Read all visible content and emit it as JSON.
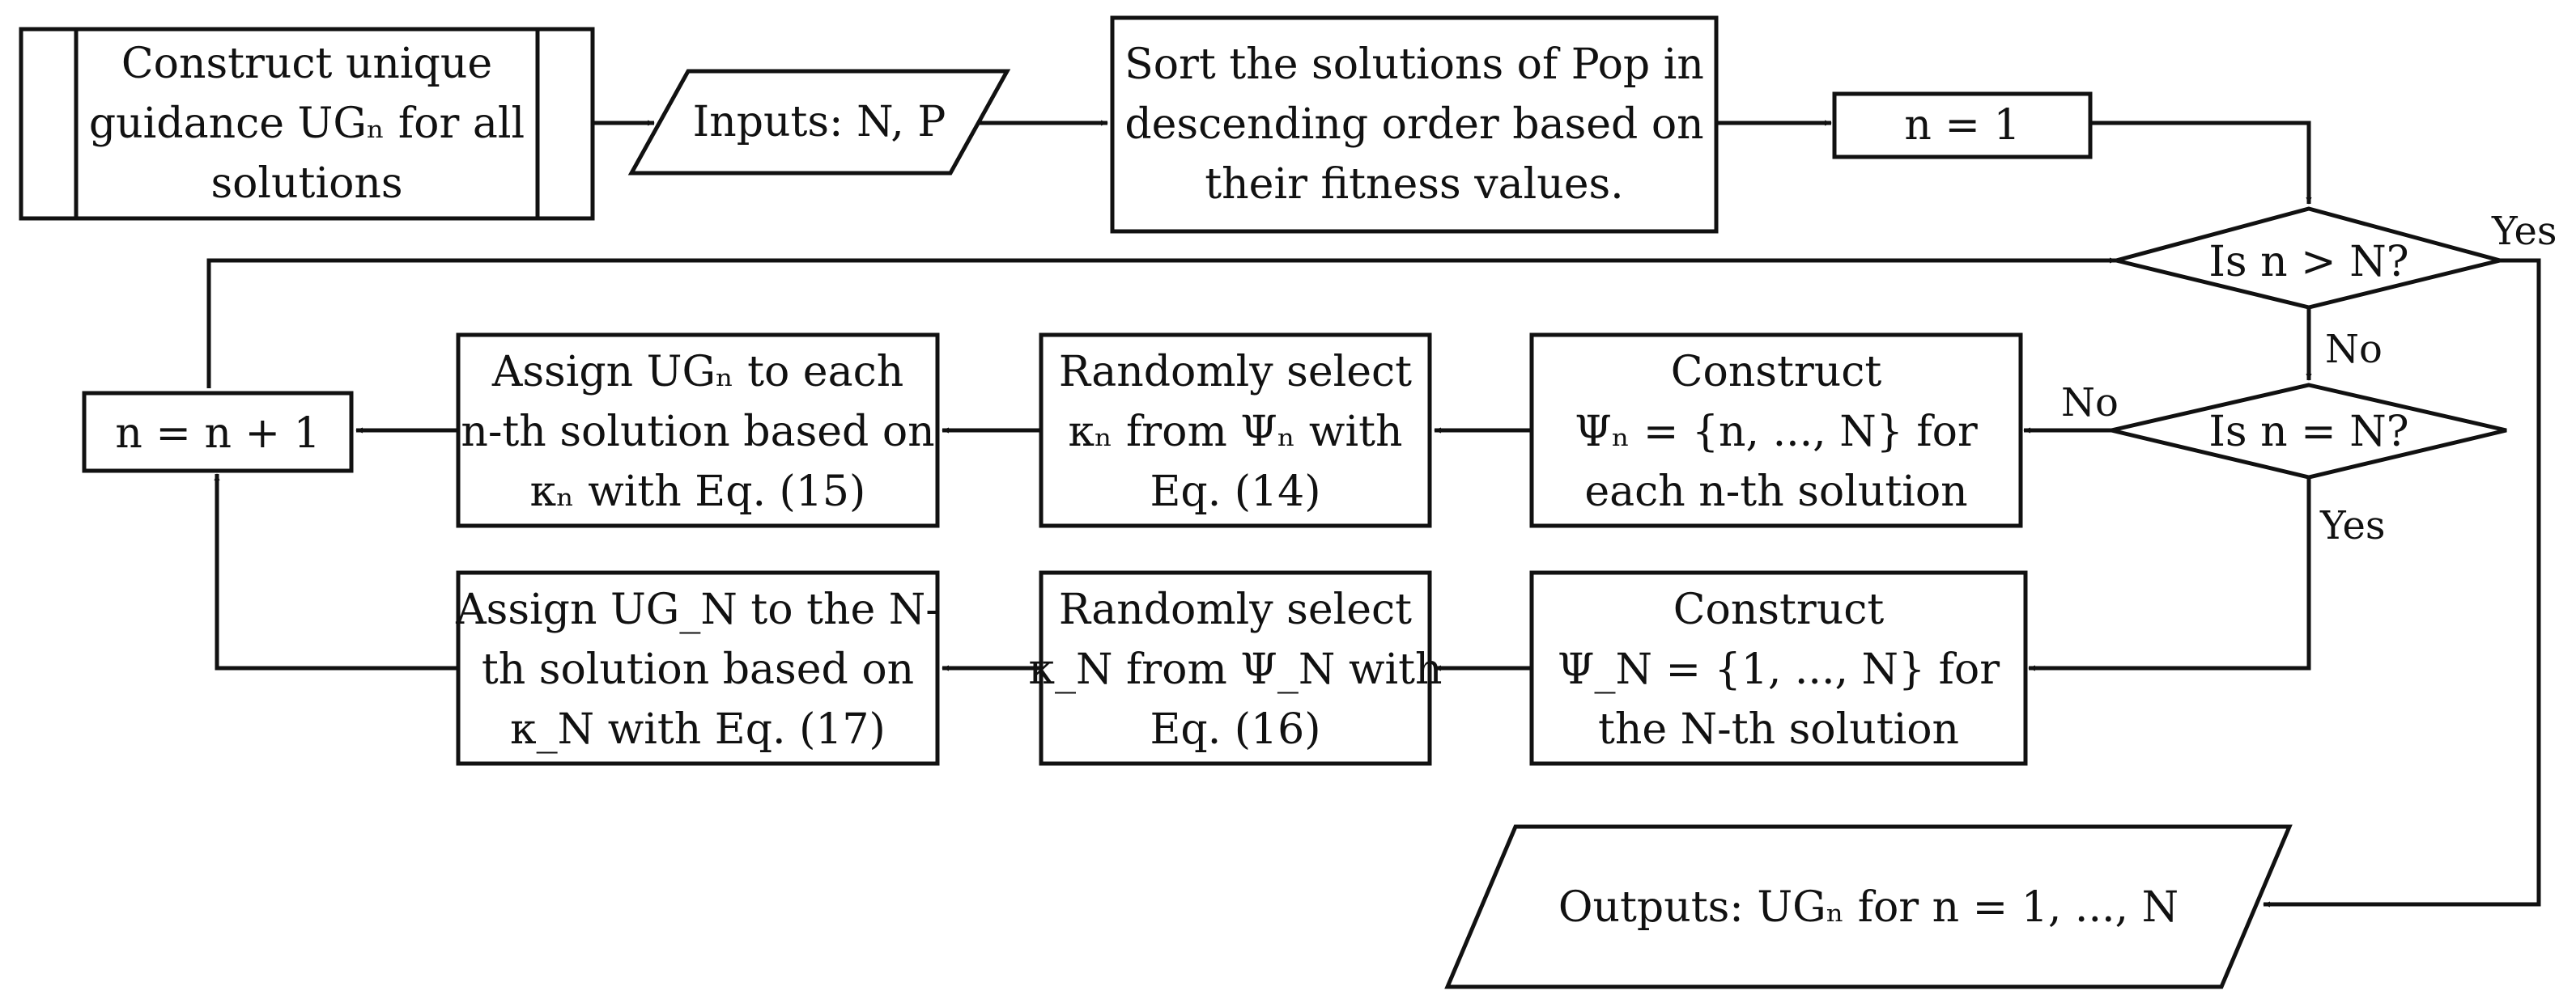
{
  "nodes": {
    "construct_ug": {
      "lines": [
        "Construct unique",
        "guidance UGₙ for all",
        "solutions"
      ]
    },
    "inputs": {
      "lines": [
        "Inputs: N, P"
      ]
    },
    "sort": {
      "lines": [
        "Sort the solutions of Pop in",
        "descending order based on",
        "their fitness values."
      ]
    },
    "init_n": {
      "lines": [
        "n = 1"
      ]
    },
    "decision_gt": {
      "lines": [
        "Is n > N?"
      ]
    },
    "decision_eq": {
      "lines": [
        "Is n = N?"
      ]
    },
    "construct_psi_n": {
      "lines": [
        "Construct",
        "Ψₙ = {n, ..., N} for",
        "each n-th solution"
      ]
    },
    "select_kappa_n": {
      "lines": [
        "Randomly select",
        "κₙ from Ψₙ with",
        "Eq. (14)"
      ]
    },
    "assign_ug_n": {
      "lines": [
        "Assign UGₙ to each",
        "n-th solution based on",
        "κₙ with Eq. (15)"
      ]
    },
    "increment": {
      "lines": [
        "n = n + 1"
      ]
    },
    "construct_psi_N": {
      "lines": [
        "Construct",
        "Ψ_N = {1, ..., N} for",
        "the N-th solution"
      ]
    },
    "select_kappa_N": {
      "lines": [
        "Randomly select",
        "κ_N from Ψ_N with",
        "Eq. (16)"
      ]
    },
    "assign_ug_N": {
      "lines": [
        "Assign UG_N to the N-",
        "th solution based on",
        "κ_N with Eq. (17)"
      ]
    },
    "outputs": {
      "lines": [
        "Outputs: UGₙ for n = 1, ..., N"
      ]
    }
  },
  "edge_labels": {
    "gt_yes": "Yes",
    "gt_no": "No",
    "eq_no": "No",
    "eq_yes": "Yes"
  }
}
